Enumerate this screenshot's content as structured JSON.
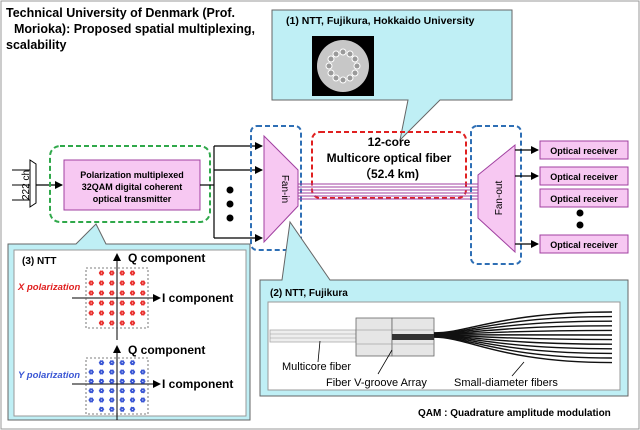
{
  "header": {
    "line1": "Technical University of Denmark (Prof.",
    "line2": "Morioka): Proposed spatial multiplexing,",
    "line3": "scalability"
  },
  "callout1": {
    "title": "(1) NTT, Fujikura, Hokkaido University"
  },
  "callout2": {
    "title": "(2) NTT, Fujikura",
    "label_multicore": "Multicore fiber",
    "label_vgroove": "Fiber V-groove Array",
    "label_small": "Small-diameter fibers"
  },
  "callout3": {
    "title": "(3) NTT",
    "q_label": "Q component",
    "i_label": "I component",
    "x_pol": "X polarization",
    "y_pol": "Y polarization"
  },
  "channels": "222 ch",
  "transmitter": {
    "line1": "Polarization multiplexed",
    "line2": "32QAM digital coherent",
    "line3": "optical transmitter"
  },
  "fan_in": "Fan-in",
  "fan_out": "Fan-out",
  "fiber": {
    "line1": "12-core",
    "line2": "Multicore optical fiber",
    "line3": "（52.4 km)"
  },
  "receivers": [
    "Optical receiver",
    "Optical receiver",
    "Optical receiver",
    "Optical receiver"
  ],
  "footnote": "QAM : Quadrature amplitude modulation",
  "colors": {
    "callout_fill": "#bfeff5",
    "component_fill": "#f7c8f2",
    "component_stroke": "#a040a0",
    "dash_blue": "#2e6fb5",
    "dash_red": "#e02020",
    "dash_green": "#2fa84a",
    "x_dots": "#e8302e",
    "y_dots": "#3a56d4"
  }
}
